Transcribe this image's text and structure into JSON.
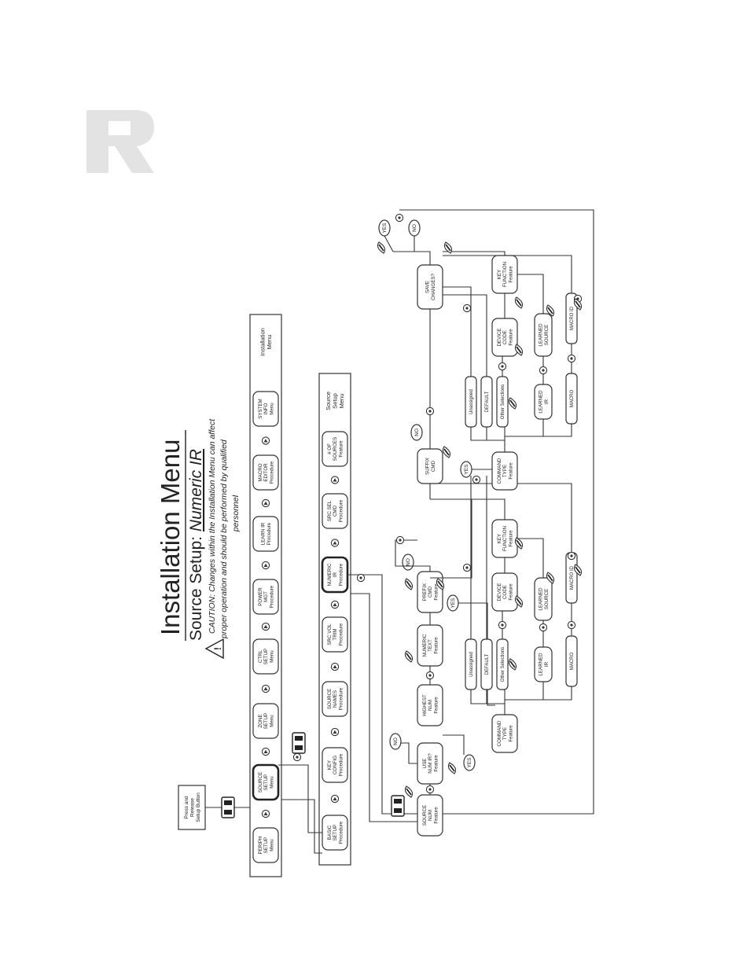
{
  "title": "Installation Menu",
  "subtitle_prefix": "Source Setup: ",
  "subtitle_emph": "Numeric IR",
  "caution": [
    "CAUTION: Changes within the Installation Menu can affect",
    "proper operation and should be performed by qualified",
    "personnel"
  ],
  "press_release": [
    "Press and",
    "Release",
    "Setup Button"
  ],
  "install_menu": {
    "panel_label": [
      "Installation",
      "Menu"
    ],
    "items": [
      {
        "lines": [
          "PERIPH",
          "SETUP",
          "Menu"
        ]
      },
      {
        "lines": [
          "SOURCE",
          "SETUP",
          "Menu"
        ]
      },
      {
        "lines": [
          "ZONE",
          "SETUP",
          "Menu"
        ]
      },
      {
        "lines": [
          "CTRL",
          "SETUP",
          "Menu"
        ]
      },
      {
        "lines": [
          "POWER",
          "MGT",
          "Procedure"
        ]
      },
      {
        "lines": [
          "LEARN IR",
          "Procedure"
        ]
      },
      {
        "lines": [
          "MACRO",
          "EDITOR",
          "Procedure"
        ]
      },
      {
        "lines": [
          "SYSTEM",
          "INFO",
          "Menu"
        ]
      }
    ]
  },
  "source_menu": {
    "panel_label": [
      "Source",
      "Setup",
      "Menu"
    ],
    "items": [
      {
        "lines": [
          "BASIC",
          "SETUP",
          "Procedure"
        ]
      },
      {
        "lines": [
          "KEY",
          "CONFIG",
          "Procedure"
        ]
      },
      {
        "lines": [
          "SOURCE",
          "NAMES",
          "Procedure"
        ]
      },
      {
        "lines": [
          "SRC VOL",
          "TRIM",
          "Procedure"
        ]
      },
      {
        "lines": [
          "NUMERIC",
          "IR",
          "Procedure"
        ]
      },
      {
        "lines": [
          "SRC SEL",
          "CMD",
          "Procedure"
        ]
      },
      {
        "lines": [
          "# OF",
          "SOURCES",
          "Feature"
        ]
      }
    ]
  },
  "flow": {
    "source_num": [
      "SOURCE",
      "NUM",
      "Feature"
    ],
    "use_num_ir": [
      "USE",
      "NUM IR?",
      "Feature"
    ],
    "highest_num": [
      "HIGHEST",
      "NUM",
      "Feature"
    ],
    "numeric_text": [
      "NUMERIC",
      "TEXT",
      "Feature"
    ],
    "prefix_cmd": [
      "PREFIX",
      "CMD",
      "Feature"
    ],
    "suffix_cmd": [
      "SUFFIX",
      "CMD"
    ],
    "save_changes": [
      "SAVE",
      "CHANGES?"
    ],
    "yes": "YES",
    "no": "NO",
    "command_type": [
      "COMMAND",
      "TYPE",
      "Feature"
    ],
    "unassigned": "Unassigned",
    "default": "DEFAULT",
    "other_selections": "Other Selections",
    "device_code": [
      "DEVICE",
      "CODE",
      "Feature"
    ],
    "key_function": [
      "KEY",
      "FUNCTION",
      "Feature"
    ],
    "learned_ir": [
      "LEARNED",
      "IR"
    ],
    "learned_source": [
      "LEARNED",
      "SOURCE"
    ],
    "macro": "MACRO",
    "macro_id": "MACRO ID"
  }
}
